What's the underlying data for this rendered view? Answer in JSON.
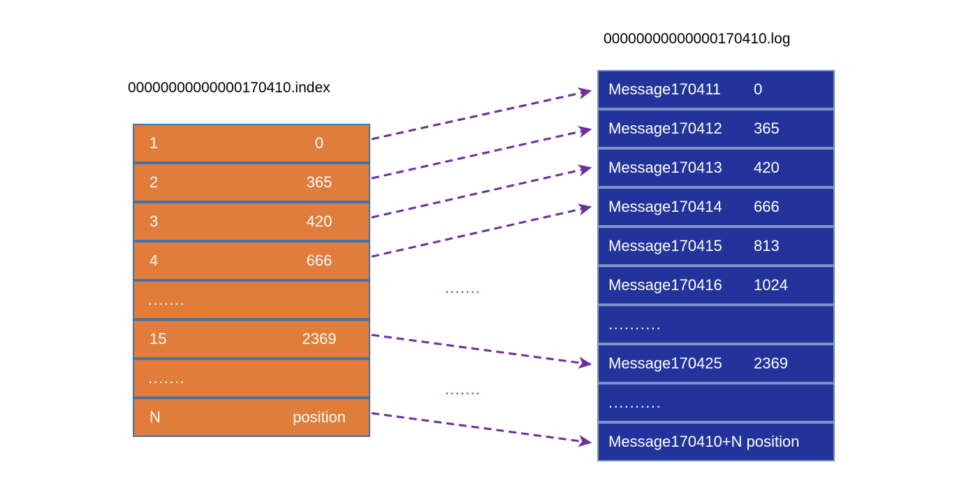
{
  "diagram": {
    "title_index": "00000000000000170410.index",
    "title_log": "00000000000000170410.log",
    "middle_ellipsis_1": ".......",
    "middle_ellipsis_2": ".......",
    "colors": {
      "index_fill": "#E17C3B",
      "index_border": "#4472A8",
      "log_fill": "#22349B",
      "log_border": "#7C93C4",
      "arrow": "#6B2FA0",
      "text": "#FFFFFF",
      "title_text": "#000000",
      "background": "#FFFFFF"
    },
    "index_rows": [
      {
        "key": "1",
        "value": "0"
      },
      {
        "key": "2",
        "value": "365"
      },
      {
        "key": "3",
        "value": "420"
      },
      {
        "key": "4",
        "value": "666"
      },
      {
        "key": ".......",
        "value": ""
      },
      {
        "key": "15",
        "value": "2369"
      },
      {
        "key": ".......",
        "value": ""
      },
      {
        "key": "N",
        "value": "position"
      }
    ],
    "log_rows": [
      {
        "message": "Message170411",
        "offset": "0"
      },
      {
        "message": "Message170412",
        "offset": "365"
      },
      {
        "message": "Message170413",
        "offset": "420"
      },
      {
        "message": "Message170414",
        "offset": "666"
      },
      {
        "message": "Message170415",
        "offset": "813"
      },
      {
        "message": "Message170416",
        "offset": "1024"
      },
      {
        "message": "..........",
        "offset": ""
      },
      {
        "message": "Message170425",
        "offset": "2369"
      },
      {
        "message": "..........",
        "offset": ""
      },
      {
        "message": "Message170410+N position",
        "offset": ""
      }
    ]
  }
}
